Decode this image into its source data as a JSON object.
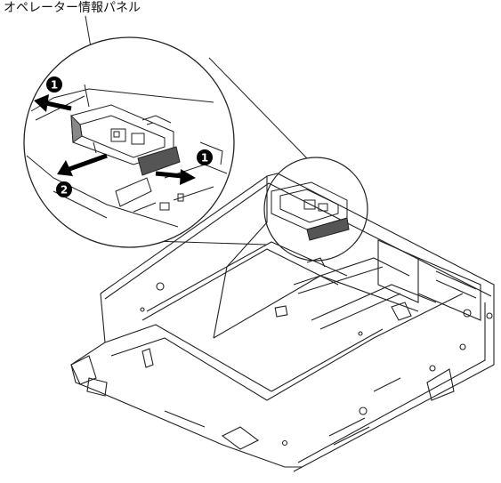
{
  "title": "オペレーター情報パネル",
  "callouts": [
    {
      "id": "callout-1-left",
      "num": "1"
    },
    {
      "id": "callout-1-right",
      "num": "1"
    },
    {
      "id": "callout-2",
      "num": "2"
    }
  ],
  "colors": {
    "line": "#222222",
    "release_tab": "#555555",
    "arrow": "#000000"
  }
}
